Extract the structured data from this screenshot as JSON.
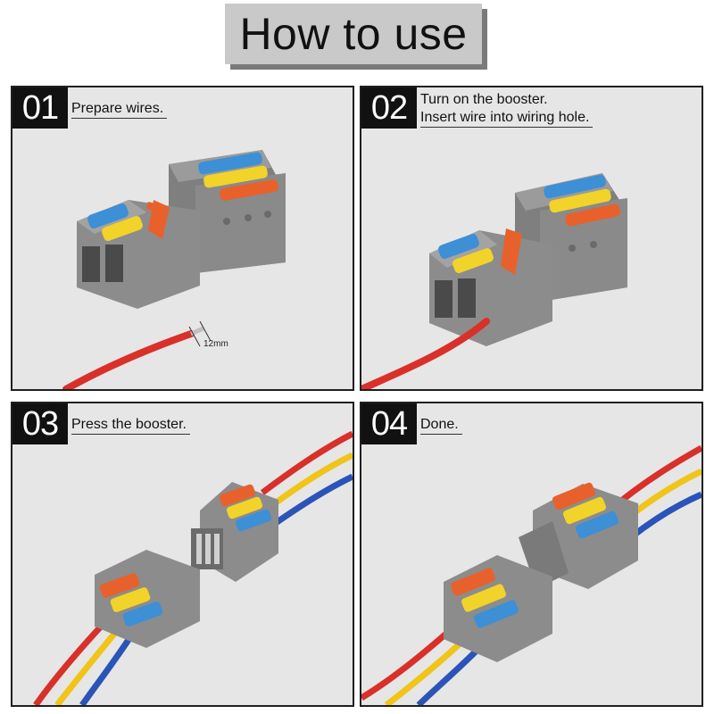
{
  "title": "How to use",
  "colors": {
    "body_gray": "#8c8c8c",
    "lever_blue": "#3d8fd6",
    "lever_yellow": "#f2d32a",
    "lever_orange": "#e8612c",
    "wire_red": "#d9302a",
    "wire_yellow": "#f0c419",
    "wire_blue": "#2b54b8"
  },
  "steps": [
    {
      "number": "01",
      "lines": [
        "Prepare wires."
      ],
      "dimension_label": "12mm"
    },
    {
      "number": "02",
      "lines": [
        "Turn on the booster.",
        "Insert wire into wiring hole."
      ]
    },
    {
      "number": "03",
      "lines": [
        "Press the booster."
      ]
    },
    {
      "number": "04",
      "lines": [
        "Done."
      ]
    }
  ]
}
